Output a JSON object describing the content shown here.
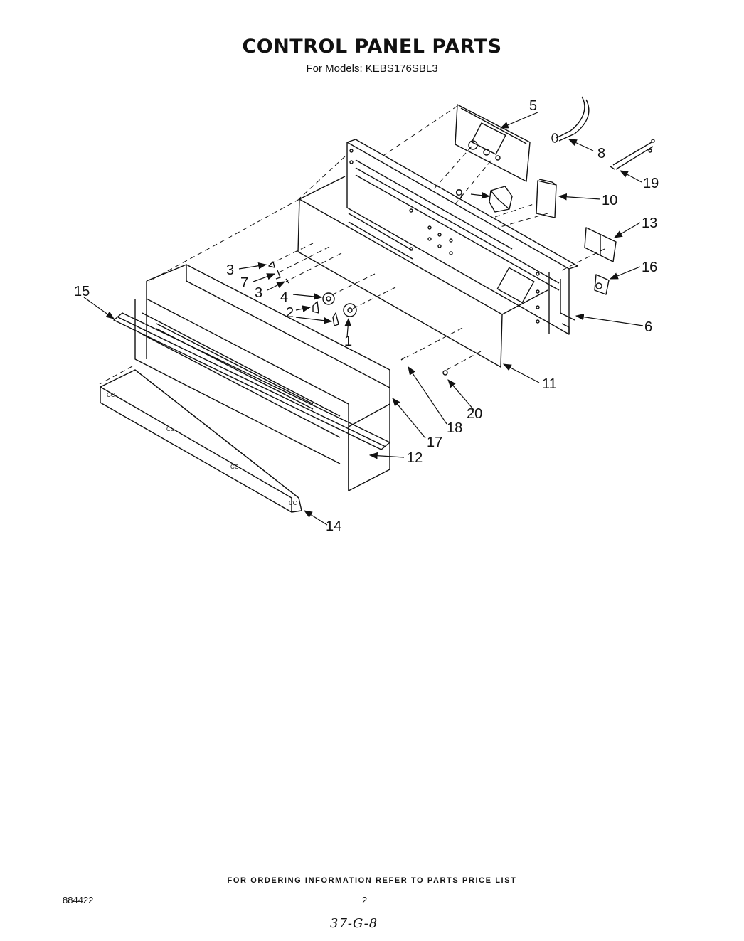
{
  "title": "CONTROL PANEL PARTS",
  "subtitle": "For Models: KEBS176SBL3",
  "callouts": {
    "c1": "1",
    "c2": "2",
    "c3a": "3",
    "c3b": "3",
    "c4": "4",
    "c5": "5",
    "c6": "6",
    "c7": "7",
    "c8": "8",
    "c9": "9",
    "c10": "10",
    "c11": "11",
    "c12": "12",
    "c13": "13",
    "c14": "14",
    "c15": "15",
    "c16": "16",
    "c17": "17",
    "c18": "18",
    "c19": "19",
    "c20": "20"
  },
  "footer": {
    "note": "FOR ORDERING INFORMATION REFER TO PARTS PRICE LIST",
    "doc_number": "884422",
    "page_number": "2",
    "handwritten": "37-G-8"
  }
}
